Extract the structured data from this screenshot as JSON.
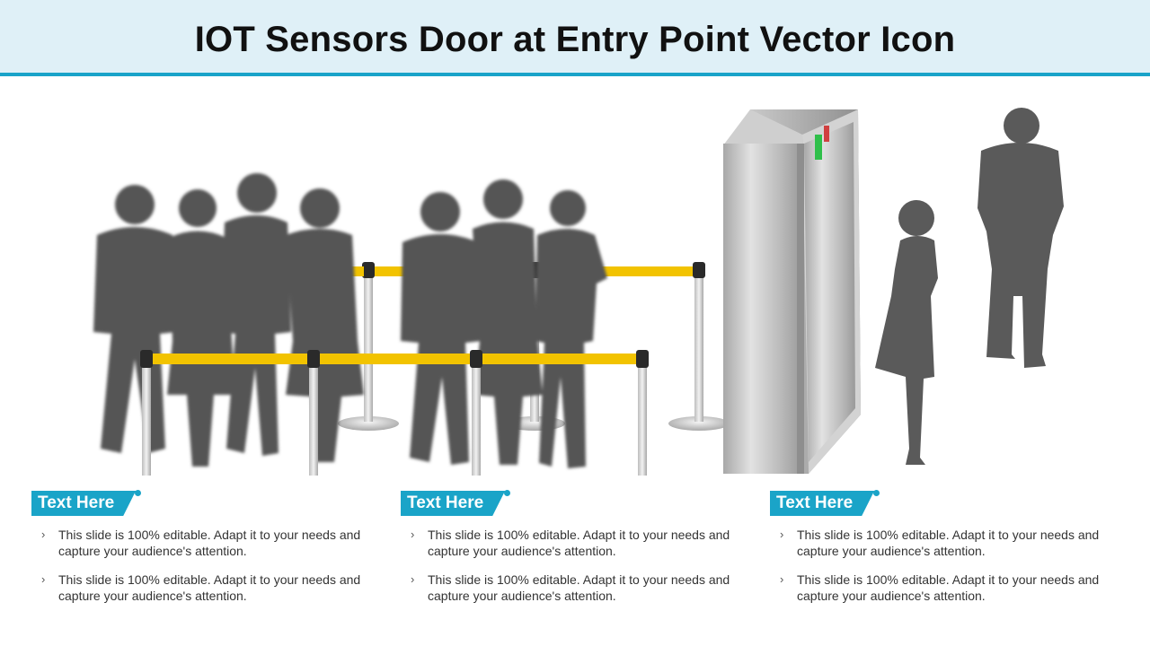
{
  "title": "IOT Sensors Door at Entry Point Vector Icon",
  "colors": {
    "accent": "#1aa4c8",
    "title_bar_bg": "#dff0f7",
    "silhouette": "#555555",
    "rope": "#f2c300"
  },
  "columns": [
    {
      "heading": "Text Here",
      "bullets": [
        "This slide is 100% editable. Adapt it to your needs and capture your audience's attention.",
        "This slide is 100% editable. Adapt it to your needs and capture your audience's attention."
      ]
    },
    {
      "heading": "Text Here",
      "bullets": [
        "This slide is 100% editable. Adapt it to your needs and capture your audience's attention.",
        "This slide is 100% editable. Adapt it to your needs and capture your audience's attention."
      ]
    },
    {
      "heading": "Text Here",
      "bullets": [
        "This slide is 100% editable. Adapt it to your needs and capture your audience's attention.",
        "This slide is 100% editable. Adapt it to your needs and capture your audience's attention."
      ]
    }
  ],
  "icons": {
    "bullet": "chevron-right-icon"
  }
}
